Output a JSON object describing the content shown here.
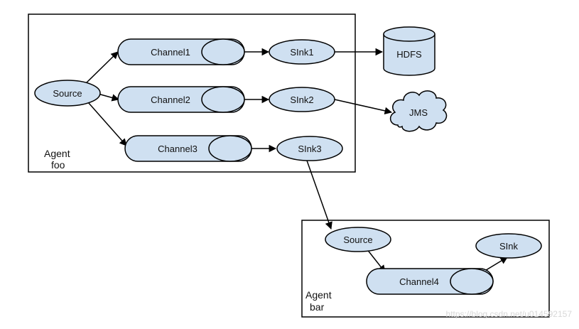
{
  "agent_foo": {
    "label_line1": "Agent",
    "label_line2": "foo"
  },
  "agent_bar": {
    "label_line1": "Agent",
    "label_line2": "bar"
  },
  "foo_nodes": {
    "source": "Source",
    "channel1": "Channel1",
    "channel2": "Channel2",
    "channel3": "Channel3",
    "sink1": "SInk1",
    "sink2": "SInk2",
    "sink3": "SInk3",
    "hdfs": "HDFS",
    "jms": "JMS"
  },
  "bar_nodes": {
    "source": "Source",
    "channel4": "Channel4",
    "sink": "SInk"
  },
  "watermark": "https://blog.csdn.net/u014592157",
  "colors": {
    "node_fill": "#cfe0f1",
    "stroke": "#000000",
    "background": "#ffffff"
  }
}
